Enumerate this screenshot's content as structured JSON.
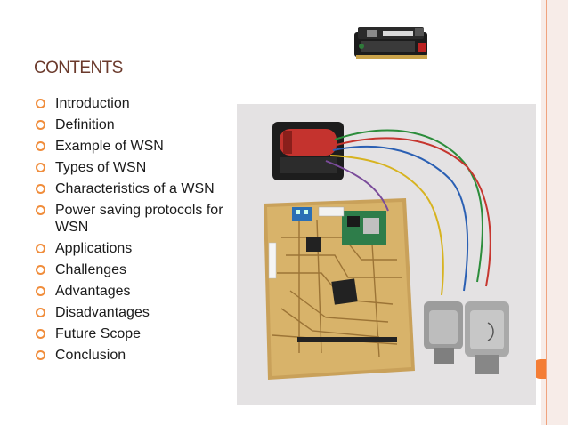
{
  "slide": {
    "title": "CONTENTS",
    "items": [
      "Introduction",
      "Definition",
      "Example of WSN",
      "Types of WSN",
      "Characteristics of a WSN",
      "Power saving protocols for WSN",
      "Applications",
      "Challenges",
      "Advantages",
      "Disadvantages",
      "Future Scope",
      "Conclusion"
    ]
  },
  "colors": {
    "title": "#6b3a2c",
    "bullet": "#f08d3c",
    "accent": "#f47d35",
    "stripe": "#f7ece8"
  },
  "icons": {
    "bullet": "hollow-circle-bullet-icon",
    "thumbnail": "sensor-node-module-image",
    "photo": "wsn-circuit-board-photo"
  }
}
